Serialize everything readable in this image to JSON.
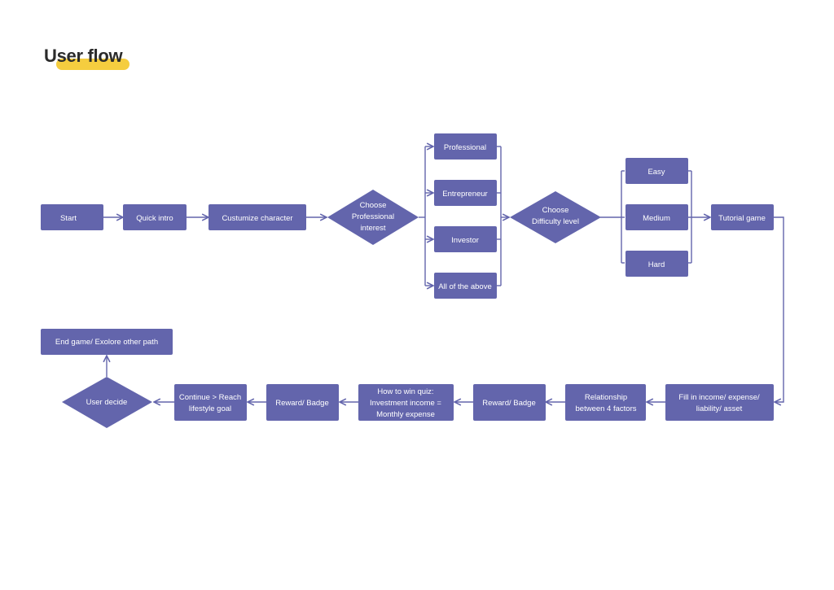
{
  "page": {
    "title": "User flow"
  },
  "colors": {
    "node": "#6365ac",
    "connector": "#6365ac",
    "highlight": "#f5cd3f",
    "label": "#ffffff"
  },
  "nodes": {
    "start": {
      "label": "Start"
    },
    "quick_intro": {
      "label": "Quick intro"
    },
    "customize": {
      "label": "Custumize character"
    },
    "choose_interest": {
      "lines": [
        "Choose",
        "Professional",
        "interest"
      ]
    },
    "professional": {
      "label": "Professional"
    },
    "entrepreneur": {
      "label": "Entrepreneur"
    },
    "investor": {
      "label": "Investor"
    },
    "all_above": {
      "label": "All of the above"
    },
    "choose_difficulty": {
      "lines": [
        "Choose",
        "Difficulty level"
      ]
    },
    "easy": {
      "label": "Easy"
    },
    "medium": {
      "label": "Medium"
    },
    "hard": {
      "label": "Hard"
    },
    "tutorial": {
      "label": "Tutorial game"
    },
    "fill_in": {
      "lines": [
        "Fill in income/ expense/",
        "liability/ asset"
      ]
    },
    "relationship": {
      "lines": [
        "Relationship",
        "between 4 factors"
      ]
    },
    "reward1": {
      "label": "Reward/ Badge"
    },
    "quiz": {
      "lines": [
        "How to win quiz:",
        "Investment income =",
        "Monthly expense"
      ]
    },
    "reward2": {
      "label": "Reward/ Badge"
    },
    "continue": {
      "lines": [
        "Continue > Reach",
        "lifestyle goal"
      ]
    },
    "user_decide": {
      "label": "User decide"
    },
    "end_game": {
      "label": "End game/ Exolore other path"
    }
  }
}
